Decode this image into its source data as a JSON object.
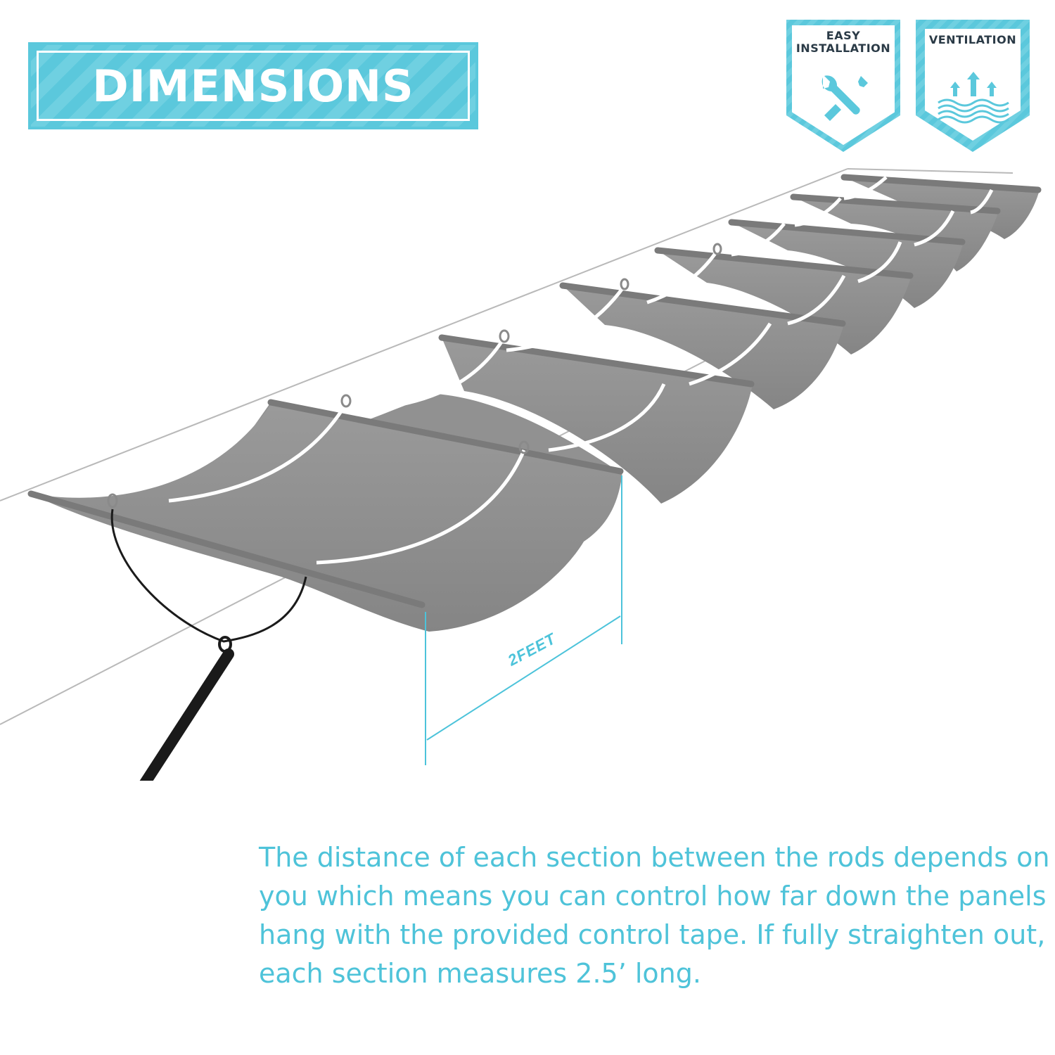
{
  "title": "DIMENSIONS",
  "badges": {
    "easy_installation": {
      "line1": "EASY",
      "line2": "INSTALLATION",
      "icon": "wrench-screwdriver-icon"
    },
    "ventilation": {
      "line1": "VENTILATION",
      "icon": "airflow-arrows-icon"
    }
  },
  "measure_label": "2FEET",
  "description": {
    "line1": "The distance of each section between the rods depends on",
    "line2": "you which means you can control how far down the panels",
    "line3": "hang with the provided control tape. If fully straighten out,",
    "line4": "each section measures 2.5’ long."
  },
  "colors": {
    "accent": "#5bc8dc",
    "text_accent": "#4ec3d9",
    "badge_text": "#2a3a46",
    "panel": "#8c8c8c"
  }
}
